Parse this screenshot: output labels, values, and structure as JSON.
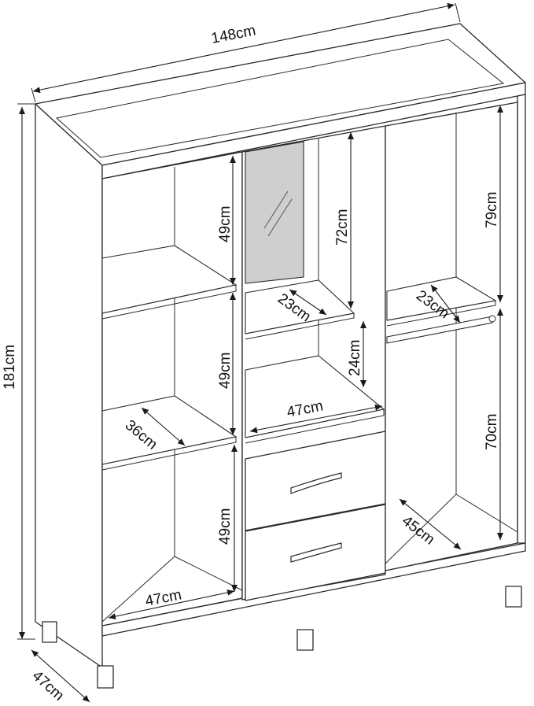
{
  "dimensions": {
    "width": "148cm",
    "height": "181cm",
    "depth": "47cm",
    "left_upper_niche": "49cm",
    "left_middle_niche": "49cm",
    "left_lower_niche": "49cm",
    "left_shelf_depth": "36cm",
    "left_base_width": "47cm",
    "center_upper_height": "72cm",
    "center_shelf_depth": "23cm",
    "center_niche_height": "24cm",
    "center_width": "47cm",
    "right_upper_height": "79cm",
    "right_shelf_depth": "23cm",
    "right_hanging_height": "70cm",
    "right_base_depth": "45cm"
  }
}
